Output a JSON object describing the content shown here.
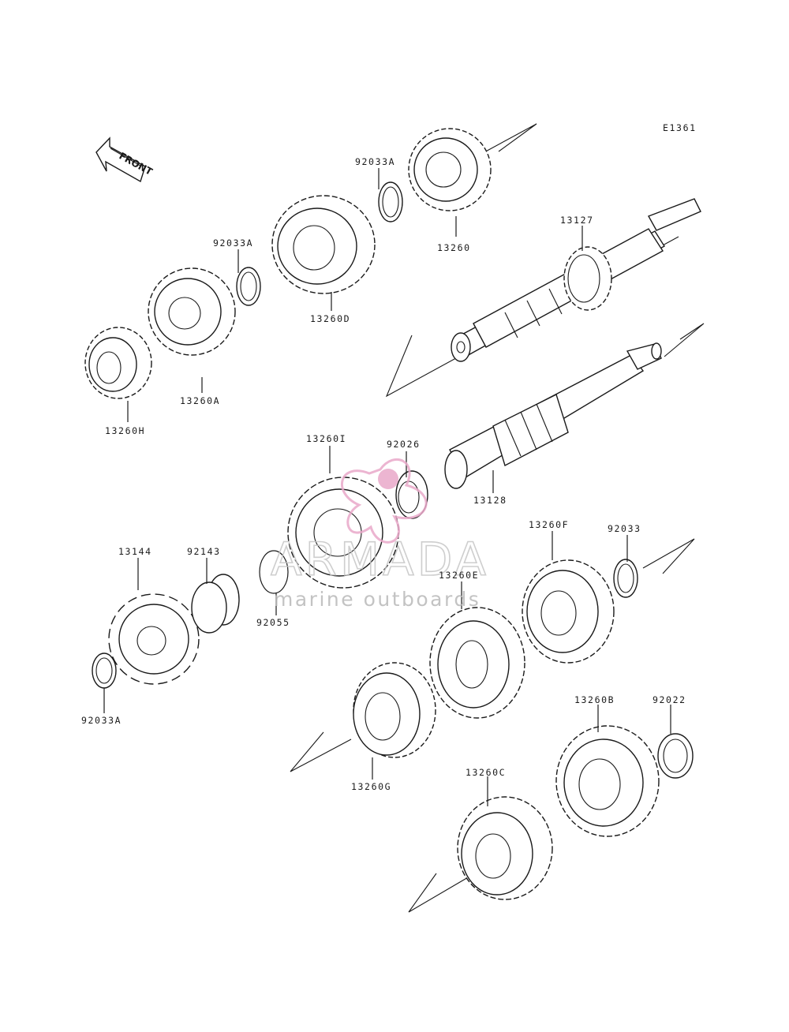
{
  "diagram_code": "E1361",
  "front_label": "FRONT",
  "watermark": {
    "brand": "ARMADA",
    "tagline": "marine outboards",
    "brand_color": "#e9a9c9",
    "text_color": "#c6c6c6"
  },
  "parts": {
    "p_92033A_top": "92033A",
    "p_13260": "13260",
    "p_13127": "13127",
    "p_92033A_mid": "92033A",
    "p_13260D": "13260D",
    "p_13260A": "13260A",
    "p_13260H": "13260H",
    "p_13260I": "13260I",
    "p_92026": "92026",
    "p_13128": "13128",
    "p_13260F": "13260F",
    "p_92033": "92033",
    "p_13260E": "13260E",
    "p_13144": "13144",
    "p_92143": "92143",
    "p_92055": "92055",
    "p_92033A_low": "92033A",
    "p_13260G": "13260G",
    "p_13260B": "13260B",
    "p_92022": "92022",
    "p_13260C": "13260C"
  }
}
